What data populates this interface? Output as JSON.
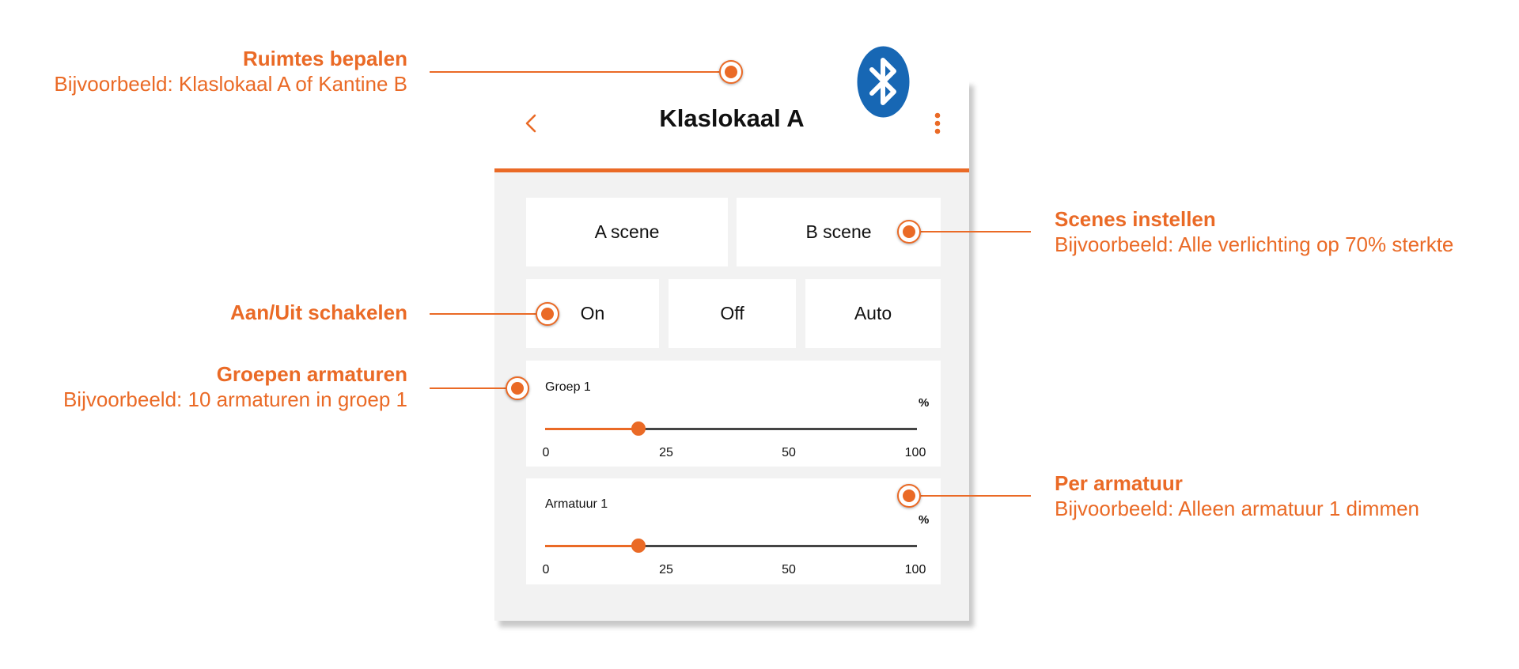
{
  "colors": {
    "accent": "#ea6a26",
    "bluetooth": "#1767b4",
    "panel": "#f2f2f2"
  },
  "header": {
    "title": "Klaslokaal A",
    "back_icon": "chevron-left-icon",
    "menu_icon": "more-vertical-icon",
    "status_icon": "bluetooth-icon"
  },
  "scenes": {
    "a_label": "A scene",
    "b_label": "B scene"
  },
  "modes": {
    "on_label": "On",
    "off_label": "Off",
    "auto_label": "Auto"
  },
  "group_slider": {
    "label": "Groep 1",
    "unit": "%",
    "value": 25,
    "min": 0,
    "max": 100,
    "ticks": [
      "0",
      "25",
      "50",
      "100"
    ]
  },
  "fixture_slider": {
    "label": "Armatuur 1",
    "unit": "%",
    "value": 25,
    "min": 0,
    "max": 100,
    "ticks": [
      "0",
      "25",
      "50",
      "100"
    ]
  },
  "annotations": {
    "ruimtes": {
      "title": "Ruimtes bepalen",
      "text": "Bijvoorbeeld: Klaslokaal A of Kantine B"
    },
    "scenes": {
      "title": "Scenes instellen",
      "text": "Bijvoorbeeld: Alle verlichting op 70% sterkte"
    },
    "aanuit": {
      "title": "Aan/Uit schakelen"
    },
    "groepen": {
      "title": "Groepen armaturen",
      "text": "Bijvoorbeeld: 10 armaturen in groep 1"
    },
    "per_armatuur": {
      "title": "Per armatuur",
      "text": "Bijvoorbeeld: Alleen armatuur 1 dimmen"
    }
  }
}
